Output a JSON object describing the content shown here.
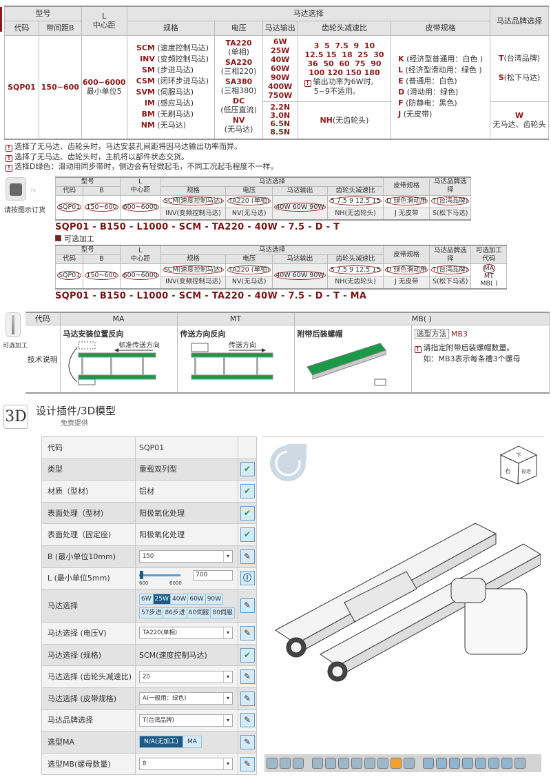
{
  "spec": {
    "head": {
      "model": "型号",
      "code": "代码",
      "pitch": "带间距B",
      "l_top": "L",
      "l_bottom": "中心距",
      "motor": "马达选择",
      "spec": "规格",
      "voltage": "电压",
      "output": "马达输出",
      "ratio": "齿轮头减速比",
      "belt": "皮带规格",
      "brand": "马达品牌选择"
    },
    "code": "SQP01",
    "pitch": "150~600",
    "l_range": "600~6000",
    "l_unit": "最小单位5",
    "motor_specs": [
      {
        "c": "SCM",
        "d": "(速度控制马达)"
      },
      {
        "c": "INV",
        "d": "(变频控制马达)"
      },
      {
        "c": "SM",
        "d": "(步进马达)"
      },
      {
        "c": "CSM",
        "d": "(闭环步进马达)"
      },
      {
        "c": "SVM",
        "d": "(伺服马达)"
      },
      {
        "c": "IM",
        "d": "(感应马达)"
      },
      {
        "c": "BM",
        "d": "(无刷马达)"
      },
      {
        "c": "NM",
        "d": "(无马达)"
      }
    ],
    "voltages": [
      {
        "c": "TA220",
        "d": "(单相)"
      },
      {
        "c": "SA220",
        "d": "(三相220)"
      },
      {
        "c": "SA380",
        "d": "(三相380)"
      },
      {
        "c": "DC",
        "d": "(低压直流)"
      },
      {
        "c": "NV",
        "d": "(无马达)"
      }
    ],
    "outputs_w": [
      "6W",
      "25W",
      "40W",
      "60W",
      "90W",
      "400W",
      "750W"
    ],
    "outputs_n": [
      "2.2N",
      "3.0N",
      "6.5N",
      "8.5N"
    ],
    "ratios": [
      "3  5  7.5  9  10",
      "12.5 15  18  25  30",
      "36  50  60  75  90",
      "100 120 150 180"
    ],
    "ratio_note1": "输出功率为6W时,",
    "ratio_note2": "5~9不适用。",
    "ratio_nh": "NH(无齿轮头)",
    "belts": [
      {
        "c": "K",
        "d": "(经济型普通用：白色 )"
      },
      {
        "c": "L",
        "d": "(经济型滑动用：绿色 )"
      },
      {
        "c": "E",
        "d": "(普通用：白色)"
      },
      {
        "c": "D",
        "d": "(滑动用：绿色)"
      },
      {
        "c": "F",
        "d": "(防静电：黑色)"
      },
      {
        "c": "J",
        "d": "(无皮带)"
      }
    ],
    "brands": [
      {
        "c": "T",
        "d": "(台湾品牌)"
      },
      {
        "c": "S",
        "d": "(松下马达)"
      }
    ],
    "brand_w": "W",
    "brand_w_desc": "无马达、齿轮头"
  },
  "notes": [
    "选择了无马达、齿轮头时，马达安装孔间距将因马达输出功率而异。",
    "选择了无马达、齿轮头时，主机将以部件状态交货。",
    "选择D绿色：滑动用同步带时，侧边会有轻微起毛，不同工况起毛程度不一样。"
  ],
  "order": {
    "icon_label": "请按图示订货",
    "head": {
      "model": "型号",
      "code": "代码",
      "b": "B",
      "l_top": "L",
      "l_bottom": "中心距",
      "motor": "马达选择",
      "spec": "规格",
      "voltage": "电压",
      "output": "马达输出",
      "ratio": "齿轮头减速比",
      "belt": "皮带规格",
      "brand": "马达品牌选择",
      "opt": "可选加工代码"
    },
    "code": "SQP01",
    "b": "150~600",
    "l": "600~6000",
    "spec1": "SCM(速度控制马达)",
    "spec2": "INV(变频控制马达)",
    "volt1": "TA220 (单相)",
    "volt2": "NV(无马达)",
    "outputs": "40W  60W  90W",
    "ratios": "5  7.5  9  12.5  15",
    "ratio2": "NH(无齿轮头)",
    "belt1": "D 绿色滑动用",
    "belt2": "J  无皮带",
    "brand1": "T(台湾品牌)",
    "brand2": "S(松下马达)",
    "opt1": "MA",
    "opt2": "MT",
    "opt3": "MB( )",
    "result1": "SQP01 - B150 - L1000 - SCM - TA220 - 40W - 7.5 - D - T",
    "optional_label": "可选加工",
    "result2": "SQP01 - B150 - L1000 - SCM - TA220 - 40W - 7.5 - D - T - MA"
  },
  "optional": {
    "icon_label": "可选加工",
    "head": {
      "code": "代码",
      "ma": "MA",
      "mt": "MT",
      "mb": "MB( )"
    },
    "row_label": "技术说明",
    "ma_title": "马达安装位置反向",
    "ma_arrow": "标准传送方向",
    "mt_title": "传送方向反向",
    "mt_arrow": "传送方向",
    "mb_title": "附带后装螺帽",
    "method_label": "选型方法",
    "method_value": "MB3",
    "mb_note1": "请指定附带后装螺帽数量。",
    "mb_note2": "如：MB3表示每条槽3个螺母"
  },
  "design": {
    "badge": "3D",
    "title": "设计插件/3D模型",
    "subtitle": "免费提供"
  },
  "config": {
    "rows": [
      {
        "label": "代码",
        "value": "SQP01"
      },
      {
        "label": "类型",
        "value": "重载双列型"
      },
      {
        "label": "材质（型材)",
        "value": "铝材"
      },
      {
        "label": "表面处理（型材)",
        "value": "阳极氧化处理"
      },
      {
        "label": "表面处理（固定座)",
        "value": "阳极氧化处理"
      }
    ],
    "b_label": "B (最小单位10mm)",
    "b_value": "150",
    "l_label": "L (最小单位5mm)",
    "l_min": "600",
    "l_max": "6000",
    "l_value": "700",
    "l_fraction": 0.02,
    "motor_label": "马达选择",
    "motor_opts": [
      "6W",
      "25W",
      "40W",
      "60W",
      "90W"
    ],
    "motor_selected": "25W",
    "motor_opts2": [
      "57步进",
      "86步进",
      "60伺服",
      "80伺服"
    ],
    "volt_label": "马达选择 (电压V)",
    "volt_value": "TA220(单相)",
    "spec_label": "马达选择 (规格)",
    "spec_value": "SCM(速度控制马达)",
    "ratio_label": "马达选择 (齿轮头减速比)",
    "ratio_value": "20",
    "belt_label": "马达选择 (皮带规格)",
    "belt_value": "A(一般用：绿色)",
    "brand_label": "马达品牌选择",
    "brand_value": "T(台湾品牌)",
    "ma_label": "选型MA",
    "ma_opts": [
      "N/A(无加工)",
      "MA"
    ],
    "mb_label": "选型MB(螺母数量)",
    "mb_value": "8"
  },
  "viewer": {
    "cube_top": "下",
    "cube_left": "右",
    "cube_right": "後退"
  },
  "colors": {
    "accent": "#8b1a1a",
    "belt_green": "#1a9a48",
    "blue_sel": "#1e5a85"
  }
}
